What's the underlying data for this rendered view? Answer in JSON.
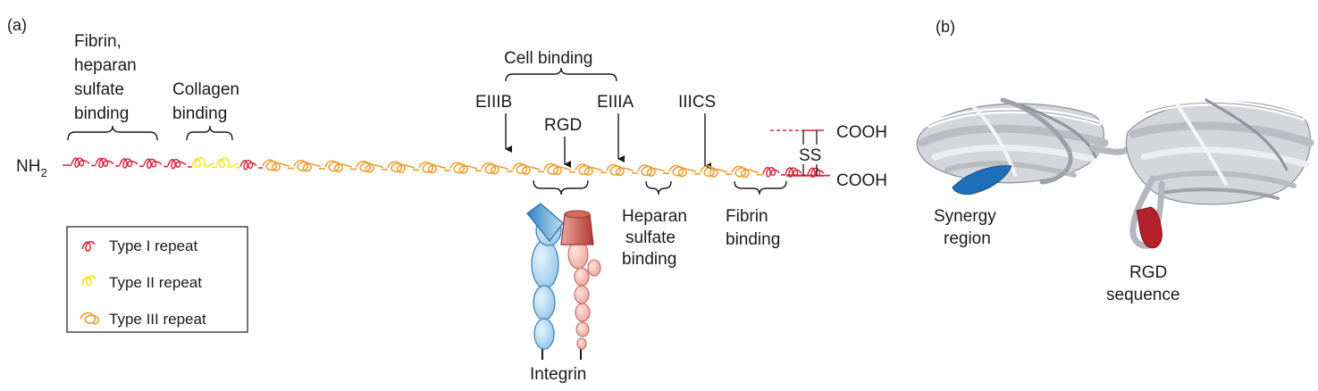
{
  "panel_a": {
    "letter": "(a)",
    "nh2_main": "NH",
    "nh2_sub": "2",
    "fibrin_heparan": [
      "Fibrin,",
      "heparan",
      "sulfate",
      "binding"
    ],
    "collagen": [
      "Collagen",
      "binding"
    ],
    "cell_binding": "Cell binding",
    "eiiib": "EIIIB",
    "eiiia": "EIIIA",
    "rgd": "RGD",
    "iiics": "IIICS",
    "cooh_top": "COOH",
    "cooh_bottom": "COOH",
    "ss": "SS",
    "heparan_sulfate": [
      "Heparan",
      "sulfate",
      "binding"
    ],
    "fibrin_binding": [
      "Fibrin",
      "binding"
    ],
    "integrin": "Integrin",
    "legend": [
      {
        "label": "Type I repeat",
        "color": "#d8283c"
      },
      {
        "label": "Type II repeat",
        "color": "#f2e320"
      },
      {
        "label": "Type III repeat",
        "color": "#eb9b2c"
      }
    ]
  },
  "panel_b": {
    "letter": "(b)",
    "synergy": [
      "Synergy",
      "region"
    ],
    "rgd_seq": [
      "RGD",
      "sequence"
    ]
  },
  "colors": {
    "type1": "#d8283c",
    "type2": "#f2e320",
    "type3": "#eb9b2c",
    "integrin_blue": "#a9d4ef",
    "integrin_pink": "#f3b9b0",
    "ribbon": "#c5c7cb",
    "synergy": "#1d6fb8",
    "rgd_loop": "#b4212a"
  }
}
